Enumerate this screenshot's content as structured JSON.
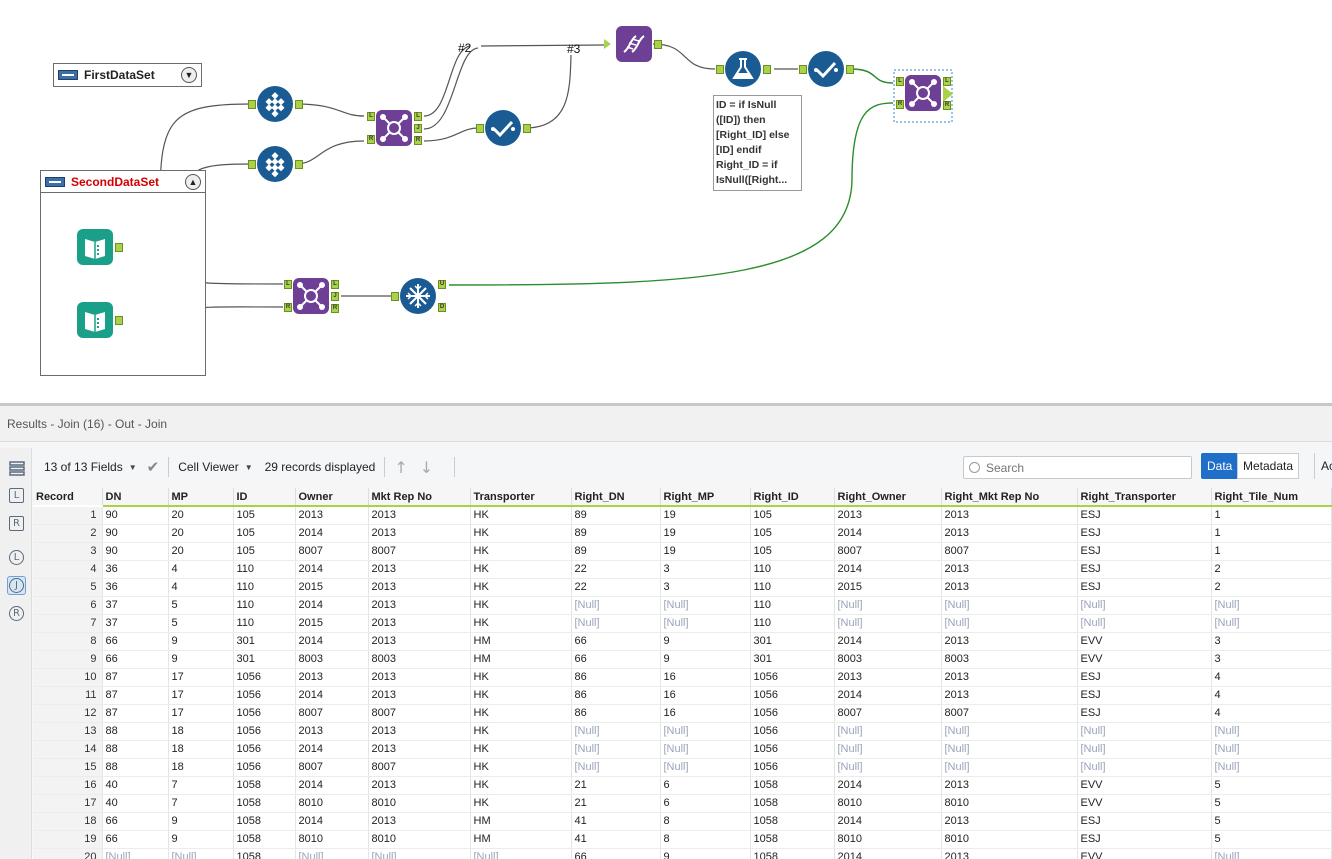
{
  "canvas": {
    "containers": [
      {
        "name": "FirstDataSet",
        "collapsed": true
      },
      {
        "name": "SecondDataSet",
        "collapsed": false,
        "title_color": "#d40000"
      }
    ],
    "wire_labels": [
      "#2",
      "#3"
    ],
    "annotation_lines": [
      "ID = if IsNull",
      "([ID]) then",
      "[Right_ID] else",
      "[ID] endif",
      "Right_ID = if",
      "IsNull([Right..."
    ],
    "anchor_labels": {
      "left": "L",
      "right": "R",
      "join": "J",
      "unique": "U",
      "duplicate": "D"
    },
    "colors": {
      "tool_blue": "#1b5b93",
      "tool_purple": "#6d3f95",
      "tool_teal": "#1aa089",
      "anchor_green": "#a8d24a",
      "wire_green": "#2c8d2c"
    }
  },
  "results": {
    "title": "Results - Join (16) - Out - Join",
    "toolbar": {
      "fields_label": "13 of 13 Fields",
      "viewer_label": "Cell Viewer",
      "records_label": "29 records displayed",
      "search_placeholder": "Search",
      "data_label": "Data",
      "metadata_label": "Metadata",
      "ac_label": "Ac"
    },
    "rail_buttons": [
      "L",
      "R",
      "L",
      "J",
      "R"
    ],
    "columns": [
      "Record",
      "DN",
      "MP",
      "ID",
      "Owner",
      "Mkt Rep No",
      "Transporter",
      "Right_DN",
      "Right_MP",
      "Right_ID",
      "Right_Owner",
      "Right_Mkt Rep No",
      "Right_Transporter",
      "Right_Tile_Num"
    ],
    "rows": [
      [
        "1",
        "90",
        "20",
        "105",
        "2013",
        "2013",
        "HK",
        "89",
        "19",
        "105",
        "2013",
        "2013",
        "ESJ",
        "1"
      ],
      [
        "2",
        "90",
        "20",
        "105",
        "2014",
        "2013",
        "HK",
        "89",
        "19",
        "105",
        "2014",
        "2013",
        "ESJ",
        "1"
      ],
      [
        "3",
        "90",
        "20",
        "105",
        "8007",
        "8007",
        "HK",
        "89",
        "19",
        "105",
        "8007",
        "8007",
        "ESJ",
        "1"
      ],
      [
        "4",
        "36",
        "4",
        "110",
        "2014",
        "2013",
        "HK",
        "22",
        "3",
        "110",
        "2014",
        "2013",
        "ESJ",
        "2"
      ],
      [
        "5",
        "36",
        "4",
        "110",
        "2015",
        "2013",
        "HK",
        "22",
        "3",
        "110",
        "2015",
        "2013",
        "ESJ",
        "2"
      ],
      [
        "6",
        "37",
        "5",
        "110",
        "2014",
        "2013",
        "HK",
        "[Null]",
        "[Null]",
        "110",
        "[Null]",
        "[Null]",
        "[Null]",
        "[Null]"
      ],
      [
        "7",
        "37",
        "5",
        "110",
        "2015",
        "2013",
        "HK",
        "[Null]",
        "[Null]",
        "110",
        "[Null]",
        "[Null]",
        "[Null]",
        "[Null]"
      ],
      [
        "8",
        "66",
        "9",
        "301",
        "2014",
        "2013",
        "HM",
        "66",
        "9",
        "301",
        "2014",
        "2013",
        "EVV",
        "3"
      ],
      [
        "9",
        "66",
        "9",
        "301",
        "8003",
        "8003",
        "HM",
        "66",
        "9",
        "301",
        "8003",
        "8003",
        "EVV",
        "3"
      ],
      [
        "10",
        "87",
        "17",
        "1056",
        "2013",
        "2013",
        "HK",
        "86",
        "16",
        "1056",
        "2013",
        "2013",
        "ESJ",
        "4"
      ],
      [
        "11",
        "87",
        "17",
        "1056",
        "2014",
        "2013",
        "HK",
        "86",
        "16",
        "1056",
        "2014",
        "2013",
        "ESJ",
        "4"
      ],
      [
        "12",
        "87",
        "17",
        "1056",
        "8007",
        "8007",
        "HK",
        "86",
        "16",
        "1056",
        "8007",
        "8007",
        "ESJ",
        "4"
      ],
      [
        "13",
        "88",
        "18",
        "1056",
        "2013",
        "2013",
        "HK",
        "[Null]",
        "[Null]",
        "1056",
        "[Null]",
        "[Null]",
        "[Null]",
        "[Null]"
      ],
      [
        "14",
        "88",
        "18",
        "1056",
        "2014",
        "2013",
        "HK",
        "[Null]",
        "[Null]",
        "1056",
        "[Null]",
        "[Null]",
        "[Null]",
        "[Null]"
      ],
      [
        "15",
        "88",
        "18",
        "1056",
        "8007",
        "8007",
        "HK",
        "[Null]",
        "[Null]",
        "1056",
        "[Null]",
        "[Null]",
        "[Null]",
        "[Null]"
      ],
      [
        "16",
        "40",
        "7",
        "1058",
        "2014",
        "2013",
        "HK",
        "21",
        "6",
        "1058",
        "2014",
        "2013",
        "EVV",
        "5"
      ],
      [
        "17",
        "40",
        "7",
        "1058",
        "8010",
        "8010",
        "HK",
        "21",
        "6",
        "1058",
        "8010",
        "8010",
        "EVV",
        "5"
      ],
      [
        "18",
        "66",
        "9",
        "1058",
        "2014",
        "2013",
        "HM",
        "41",
        "8",
        "1058",
        "2014",
        "2013",
        "ESJ",
        "5"
      ],
      [
        "19",
        "66",
        "9",
        "1058",
        "8010",
        "8010",
        "HM",
        "41",
        "8",
        "1058",
        "8010",
        "8010",
        "ESJ",
        "5"
      ],
      [
        "20",
        "[Null]",
        "[Null]",
        "1058",
        "[Null]",
        "[Null]",
        "[Null]",
        "66",
        "9",
        "1058",
        "2014",
        "2013",
        "EVV",
        "[Null]"
      ]
    ]
  }
}
